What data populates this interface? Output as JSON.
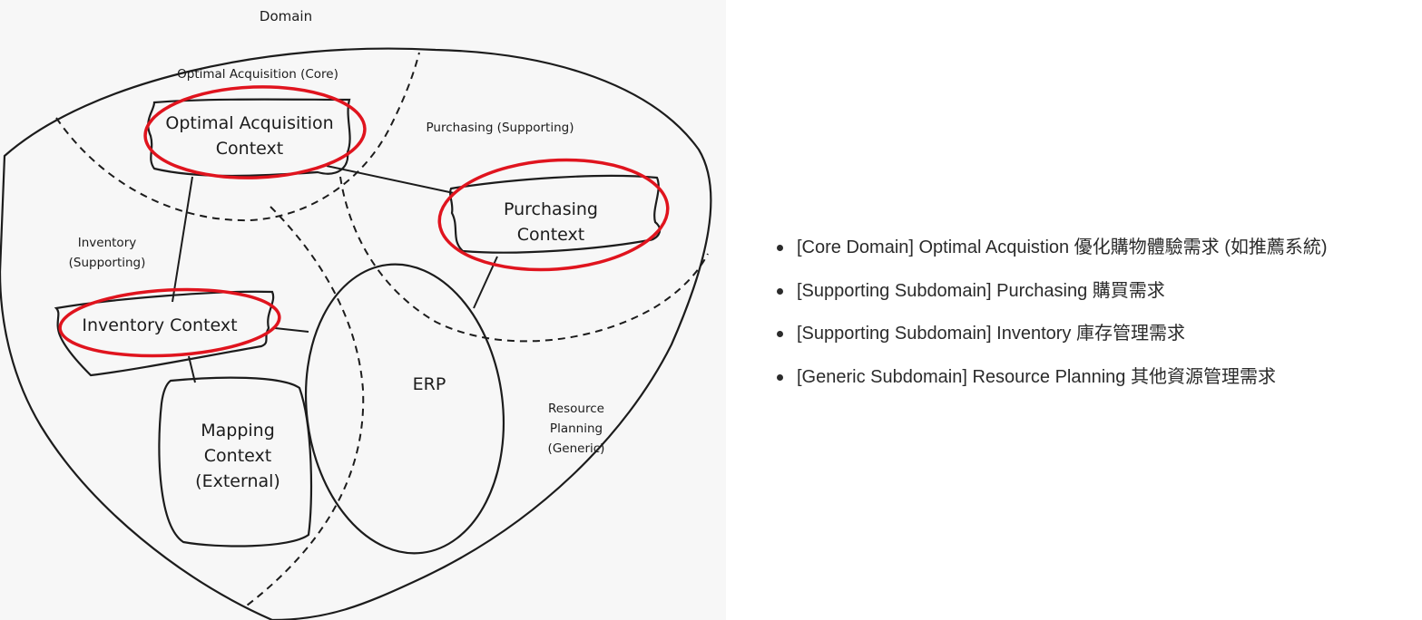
{
  "diagram": {
    "domain_title": "Domain",
    "subdomains": {
      "core": "Optimal Acquisition (Core)",
      "purchasing": "Purchasing (Supporting)",
      "inventory": [
        "Inventory",
        "(Supporting)"
      ],
      "resource_planning": [
        "Resource",
        "Planning",
        "(Generic)"
      ]
    },
    "contexts": {
      "optimal_acquisition": [
        "Optimal Acquisition",
        "Context"
      ],
      "purchasing": [
        "Purchasing",
        "Context"
      ],
      "inventory": "Inventory Context",
      "mapping": [
        "Mapping",
        "Context",
        "(External)"
      ],
      "erp": "ERP"
    },
    "colors": {
      "highlight": "#e0141e",
      "ink": "#1c1c1c",
      "background": "#f7f7f7"
    }
  },
  "notes": [
    "[Core Domain] Optimal Acquistion 優化購物體驗需求 (如推薦系統)",
    "[Supporting Subdomain] Purchasing 購買需求",
    "[Supporting Subdomain] Inventory 庫存管理需求",
    "[Generic Subdomain] Resource Planning 其他資源管理需求"
  ]
}
